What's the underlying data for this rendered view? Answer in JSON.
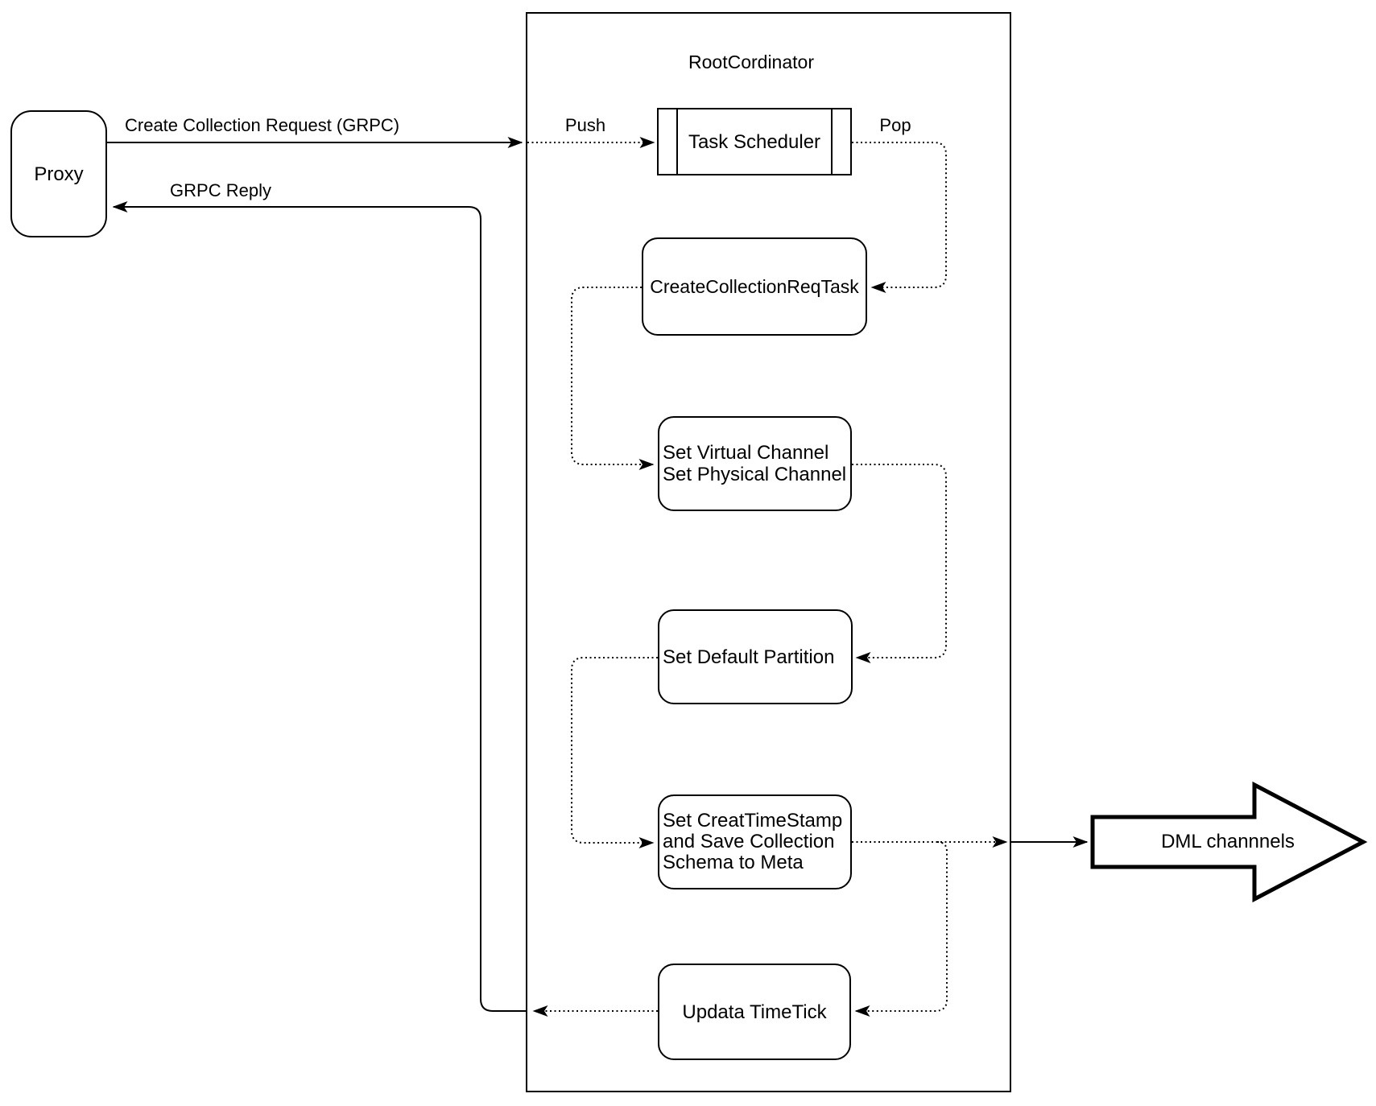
{
  "diagram": {
    "background": "#ffffff",
    "stroke_color": "#000000",
    "container": {
      "title": "RootCordinator"
    },
    "nodes": {
      "proxy": {
        "label": "Proxy"
      },
      "task_scheduler": {
        "label": "Task Scheduler"
      },
      "create_collection_req_task": {
        "label": "CreateCollectionReqTask"
      },
      "set_channels": {
        "lines": [
          "Set Virtual Channel",
          "Set Physical Channel"
        ]
      },
      "set_default_partition": {
        "label": "Set Default Partition"
      },
      "set_creat_timestamp": {
        "lines": [
          "Set CreatTimeStamp",
          "and Save Collection",
          "Schema to Meta"
        ]
      },
      "updata_timetick": {
        "label": "Updata TimeTick"
      },
      "dml_channels": {
        "label": "DML channnels"
      }
    },
    "edges": {
      "create_collection_request": {
        "label": "Create Collection Request (GRPC)"
      },
      "grpc_reply": {
        "label": "GRPC Reply"
      },
      "push": {
        "label": "Push"
      },
      "pop": {
        "label": "Pop"
      }
    }
  }
}
